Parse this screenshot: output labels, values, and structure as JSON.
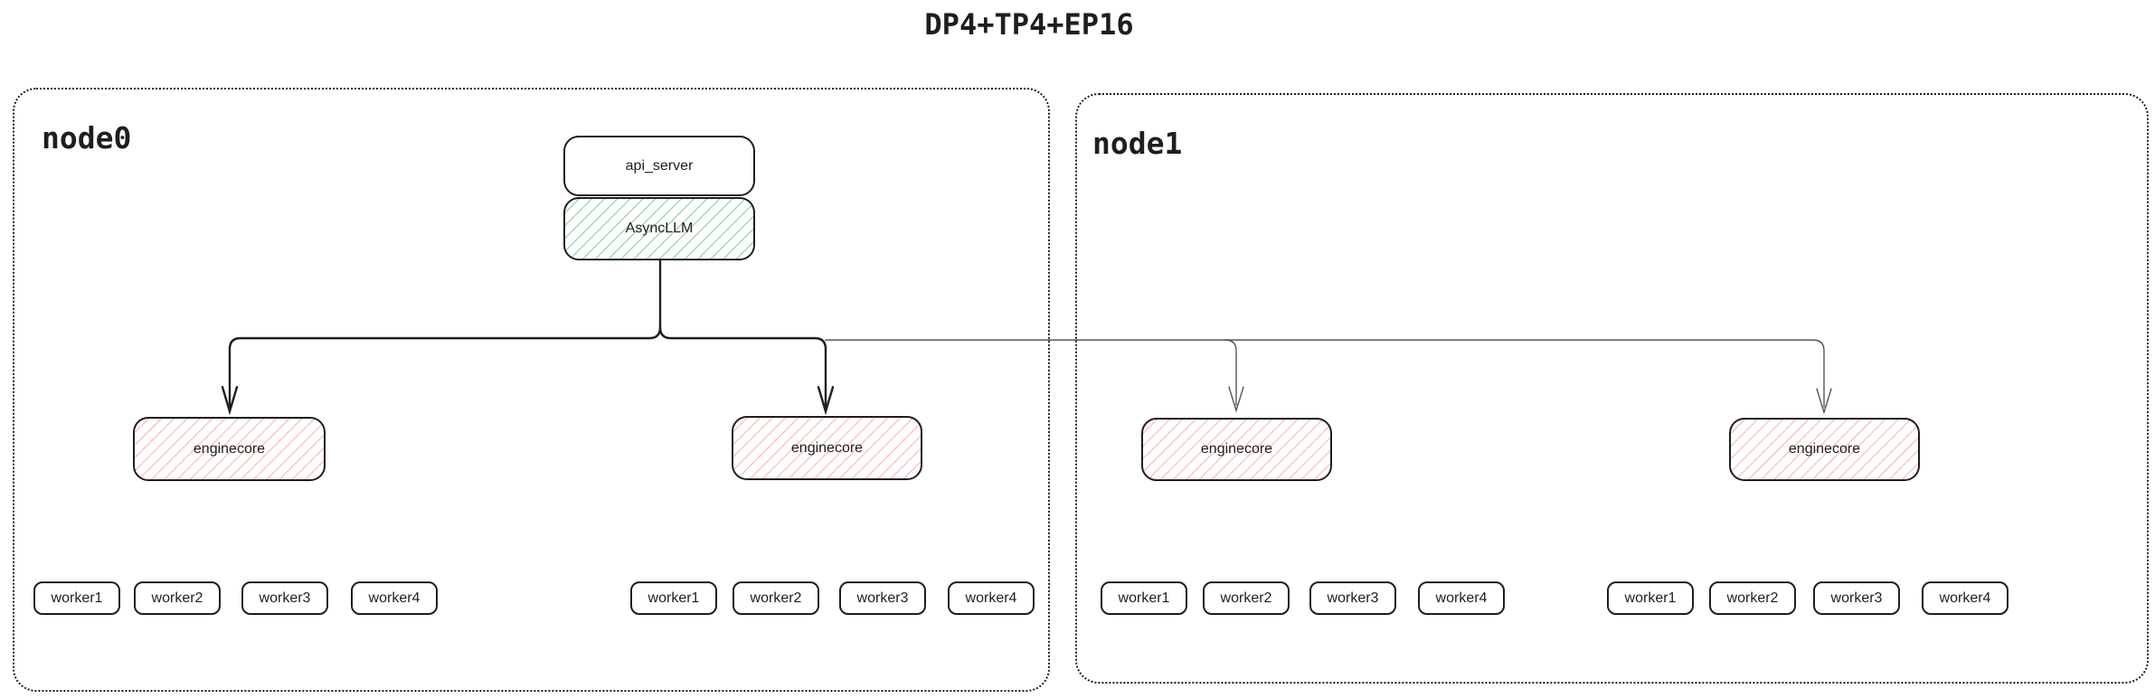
{
  "title": "DP4+TP4+EP16",
  "nodes": [
    {
      "label": "node0",
      "api_server_label": "api_server",
      "async_llm_label": "AsyncLLM",
      "enginecores": [
        "enginecore",
        "enginecore"
      ],
      "worker_groups": [
        [
          "worker1",
          "worker2",
          "worker3",
          "worker4"
        ],
        [
          "worker1",
          "worker2",
          "worker3",
          "worker4"
        ]
      ]
    },
    {
      "label": "node1",
      "enginecores": [
        "enginecore",
        "enginecore"
      ],
      "worker_groups": [
        [
          "worker1",
          "worker2",
          "worker3",
          "worker4"
        ],
        [
          "worker1",
          "worker2",
          "worker3",
          "worker4"
        ]
      ]
    }
  ],
  "colors": {
    "border": "#1e1e1e",
    "thick_line": "#1e1e1e",
    "thin_line": "#555555",
    "green_hatch": "#9edcae",
    "red_hatch": "#ffc2c2"
  }
}
